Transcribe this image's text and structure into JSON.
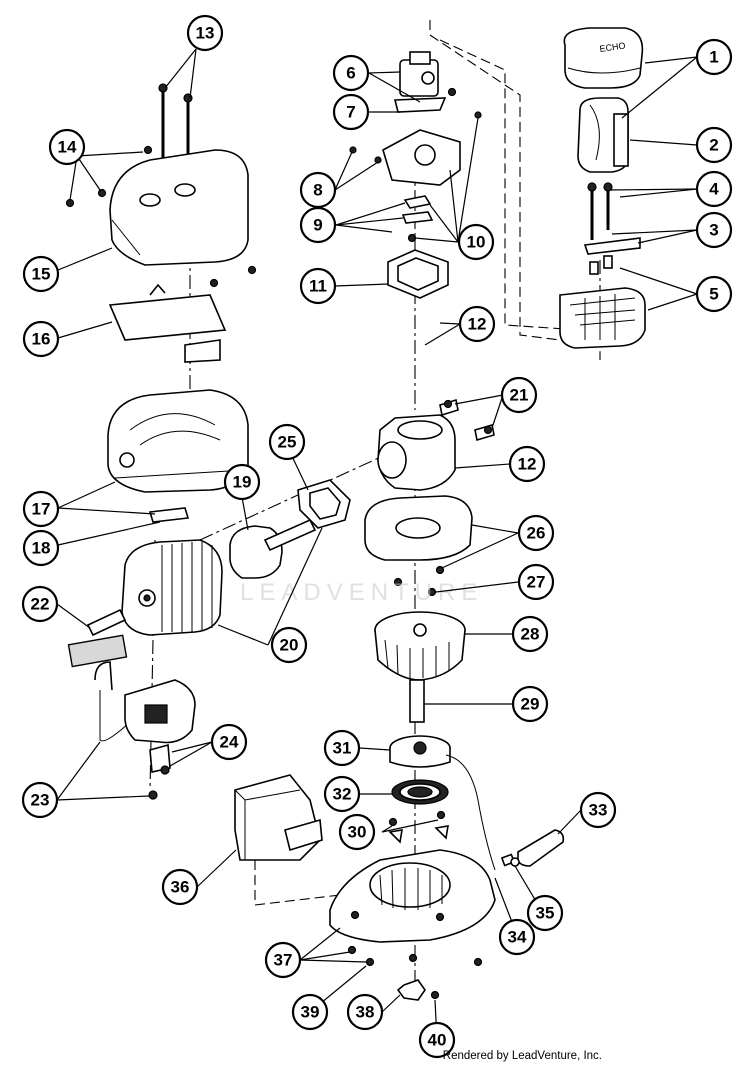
{
  "diagram": {
    "watermark": "LEADVENTURE",
    "footer": "Rendered by LeadVenture, Inc.",
    "callouts": [
      "1",
      "2",
      "3",
      "4",
      "5",
      "6",
      "7",
      "8",
      "9",
      "10",
      "11",
      "12",
      "12",
      "13",
      "14",
      "15",
      "16",
      "17",
      "18",
      "19",
      "20",
      "21",
      "22",
      "23",
      "24",
      "25",
      "26",
      "27",
      "28",
      "29",
      "30",
      "31",
      "32",
      "33",
      "34",
      "35",
      "36",
      "37",
      "38",
      "39",
      "40"
    ]
  }
}
